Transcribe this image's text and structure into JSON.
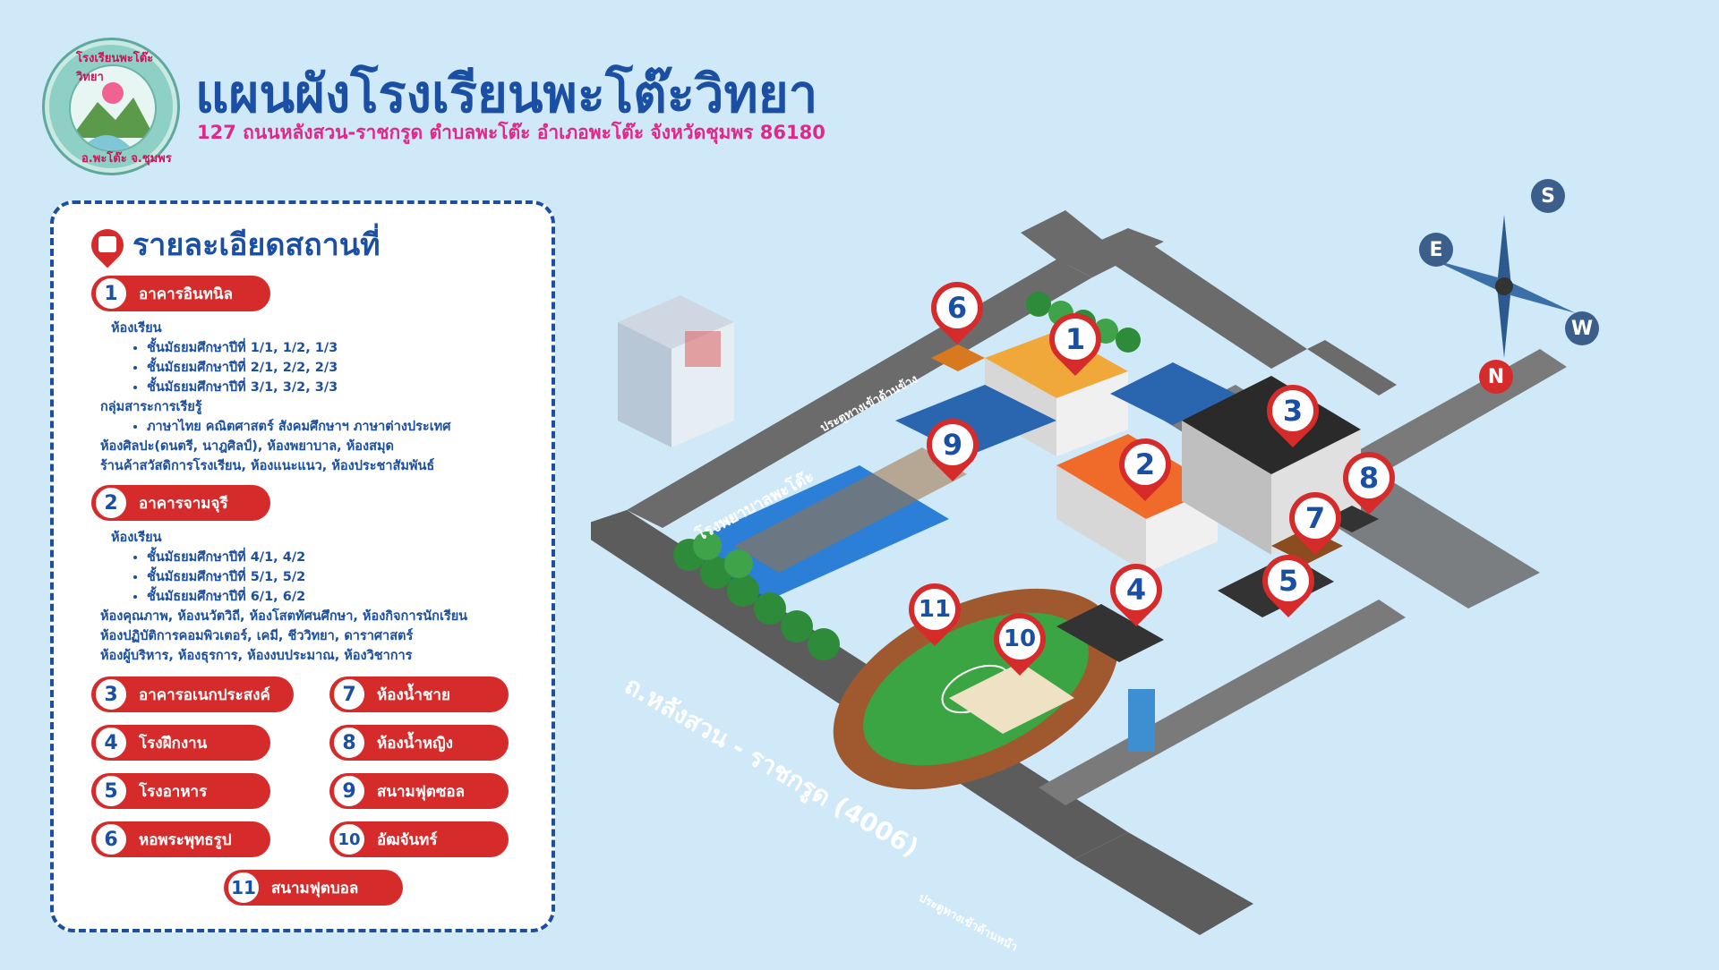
{
  "header": {
    "title": "แผนผังโรงเรียนพะโต๊ะวิทยา",
    "address": "127 ถนนหลังสวน-ราชกรูด ตำบลพะโต๊ะ อำเภอพะโต๊ะ จังหวัดชุมพร 86180",
    "logo_text_top": "โรงเรียนพะโต๊ะวิทยา",
    "logo_text_bottom": "อ.พะโต๊ะ จ.ชุมพร"
  },
  "panel": {
    "heading": "รายละเอียดสถานที่",
    "building1": {
      "num": "1",
      "label": "อาคารอินทนิล",
      "classrooms_title": "ห้องเรียน",
      "classrooms": [
        "ชั้นมัธยมศึกษาปีที่ 1/1, 1/2, 1/3",
        "ชั้นมัธยมศึกษาปีที่ 2/1, 2/2, 2/3",
        "ชั้นมัธยมศึกษาปีที่ 3/1, 3/2, 3/3"
      ],
      "groups_title": "กลุ่มสาระการเรียรู้",
      "groups": [
        "ภาษาไทย คณิตศาสตร์ สังคมศึกษาฯ ภาษาต่างประเทศ"
      ],
      "extra1": "ห้องศิลปะ(ดนตรี, นาฎศิลป์), ห้องพยาบาล, ห้องสมุด",
      "extra2": "ร้านค้าสวัสดิการโรงเรียน, ห้องแนะแนว, ห้องประชาสัมพันธ์"
    },
    "building2": {
      "num": "2",
      "label": "อาคารจามจุรี",
      "classrooms_title": "ห้องเรียน",
      "classrooms": [
        "ชั้นมัธยมศึกษาปีที่ 4/1, 4/2",
        "ชั้นมัธยมศึกษาปีที่ 5/1, 5/2",
        "ชั้นมัธยมศึกษาปีที่ 6/1, 6/2"
      ],
      "extra1": "ห้องคุณภาพ, ห้องนวัตวิถี, ห้องโสตทัศนศึกษา, ห้องกิจการนักเรียน",
      "extra2": "ห้องปฏิบัติการคอมพิวเตอร์, เคมี, ชีววิทยา, ดาราศาสตร์",
      "extra3": "ห้องผู้บริหาร, ห้องธุรการ, ห้องงบประมาณ, ห้องวิชาการ"
    },
    "legend": [
      {
        "num": "3",
        "label": "อาคารอเนกประสงค์"
      },
      {
        "num": "7",
        "label": "ห้องน้ำชาย"
      },
      {
        "num": "4",
        "label": "โรงฝึกงาน"
      },
      {
        "num": "8",
        "label": "ห้องน้ำหญิง"
      },
      {
        "num": "5",
        "label": "โรงอาหาร"
      },
      {
        "num": "9",
        "label": "สนามฟุตซอล"
      },
      {
        "num": "6",
        "label": "หอพระพุทธรูป"
      },
      {
        "num": "10",
        "label": "อัฒจันทร์"
      },
      {
        "num": "11",
        "label": "สนามฟุตบอล"
      }
    ]
  },
  "map": {
    "road_hospital": "โรงพยาบาลพะโต๊ะ",
    "road_gate_top": "ประตูทางเข้าด้านข้าง",
    "road_main": "ถ.หลังสวน - ราชกรูด (4006)",
    "road_gate_bottom": "ประตูทางเข้าด้านหน้า",
    "markers": [
      "1",
      "2",
      "3",
      "4",
      "5",
      "6",
      "7",
      "8",
      "9",
      "10",
      "11"
    ],
    "compass": {
      "n": "N",
      "s": "S",
      "e": "E",
      "w": "W"
    }
  },
  "colors": {
    "background": "#cfe9f8",
    "primary_blue": "#1a4fa3",
    "accent_red": "#d62b2b",
    "pink": "#e0288a"
  }
}
